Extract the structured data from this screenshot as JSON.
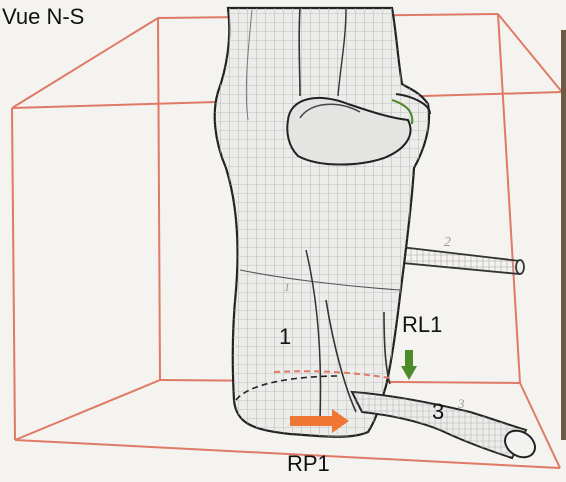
{
  "view_label": "Vue N-S",
  "labels": {
    "body": "1",
    "rl1": "RL1",
    "branch": "3",
    "rp1": "RP1"
  },
  "pencil_marks": {
    "branch_top": "2",
    "body_mark": "1",
    "branch_end": "3"
  },
  "colors": {
    "box_lines": "#e07a66",
    "arrow_green": "#4d8a2a",
    "arrow_orange": "#ee7733",
    "paper": "#f4f3ef",
    "ink": "#222222"
  },
  "icons": {
    "green_arrow": "arrow-down-icon",
    "orange_arrow": "arrow-right-icon"
  }
}
